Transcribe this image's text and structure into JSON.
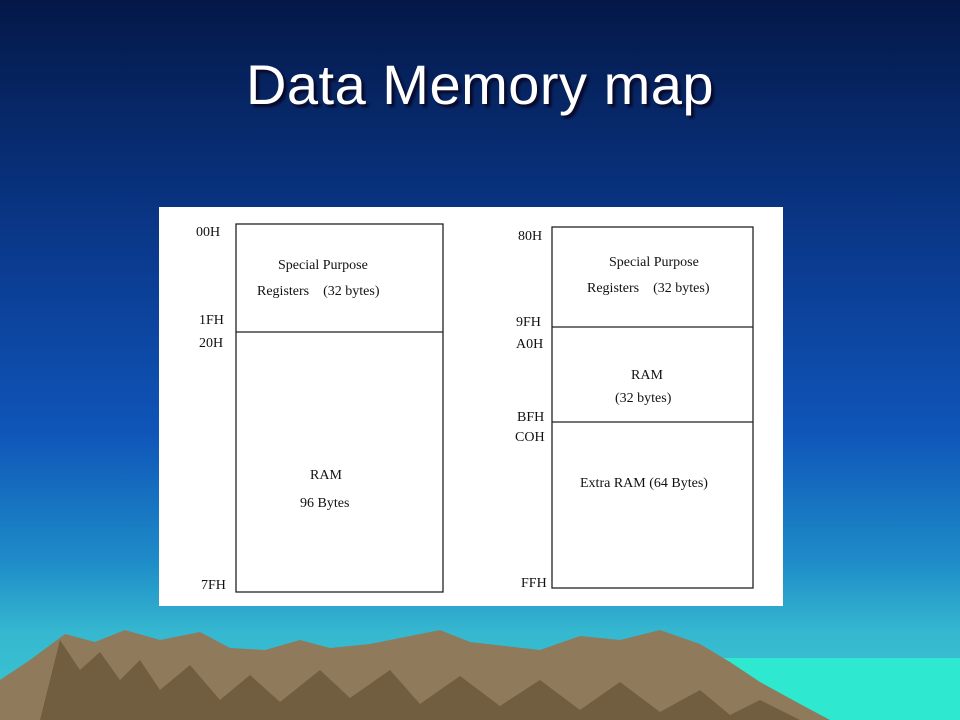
{
  "slide": {
    "title": "Data Memory map"
  },
  "diagram": {
    "left_map": {
      "addresses": {
        "top": "00H",
        "sfr_end": "1FH",
        "ram_start": "20H",
        "bottom": "7FH"
      },
      "blocks": [
        {
          "line1": "Special Purpose",
          "line2": "Registers    (32 bytes)"
        },
        {
          "line1": "RAM",
          "line2": "96 Bytes"
        }
      ]
    },
    "right_map": {
      "addresses": {
        "top": "80H",
        "sfr_end": "9FH",
        "ram_start": "A0H",
        "ram_end": "BFH",
        "extra_start": "COH",
        "bottom": "FFH"
      },
      "blocks": [
        {
          "line1": "Special Purpose",
          "line2": "Registers    (32 bytes)"
        },
        {
          "line1": "RAM",
          "line2": "(32 bytes)"
        },
        {
          "line1": "Extra RAM (64 Bytes)"
        }
      ]
    }
  },
  "colors": {
    "mountain_light": "#8f7a5c",
    "mountain_dark": "#5a4628",
    "sea": "#2ee8d0"
  }
}
